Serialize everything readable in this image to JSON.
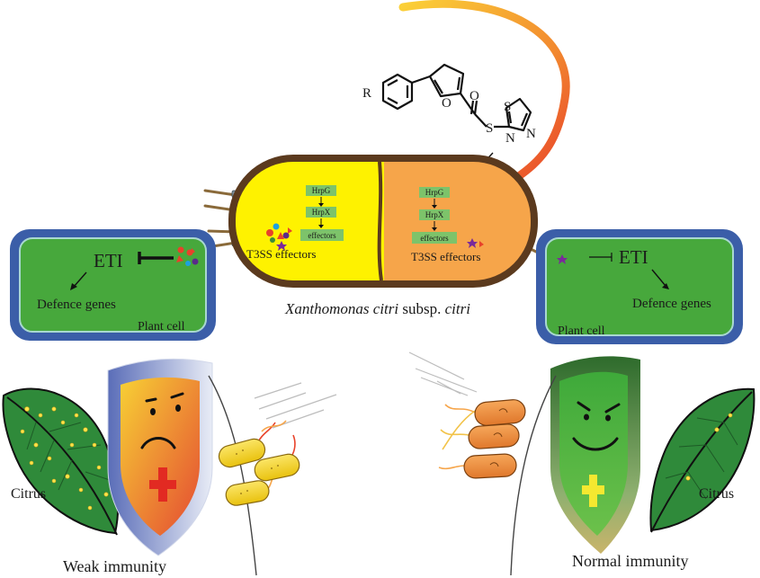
{
  "molecule": {
    "r_label": "R",
    "o_ring_label": "O",
    "o_carbonyl_label": "O",
    "s_linker_label": "S",
    "s_ring_label": "S",
    "n_label_1": "N",
    "n_label_2": "N"
  },
  "bacterium": {
    "left_half": {
      "box_top": "HrpG",
      "box_middle": "HrpX",
      "box_bottom": "effectors",
      "caption": "T3SS effectors"
    },
    "right_half": {
      "box_top": "HrpG",
      "box_middle": "HrpX",
      "box_bottom": "effectors",
      "caption": "T3SS effectors"
    },
    "name_italic_1": "Xanthomonas citri",
    "name_plain": " subsp. ",
    "name_italic_2": "citri"
  },
  "left_cell": {
    "eti": "ETI",
    "genes": "Defence genes",
    "cell_label": "Plant cell",
    "leaf_label": "Citrus",
    "immunity_label": "Weak immunity"
  },
  "right_cell": {
    "eti": "ETI",
    "genes": "Defence genes",
    "cell_label": "Plant cell",
    "leaf_label": "Citrus",
    "immunity_label": "Normal immunity"
  },
  "colors": {
    "cell_border": "#3b5ea8",
    "cell_fill": "#47a83c",
    "bacterium_left": "#fef200",
    "bacterium_right": "#f6a54a",
    "bacterium_wall": "#5b3a1e",
    "box_fill": "#7dc36a",
    "flagellum_start": "#fbd037",
    "flagellum_end": "#e8422a"
  }
}
